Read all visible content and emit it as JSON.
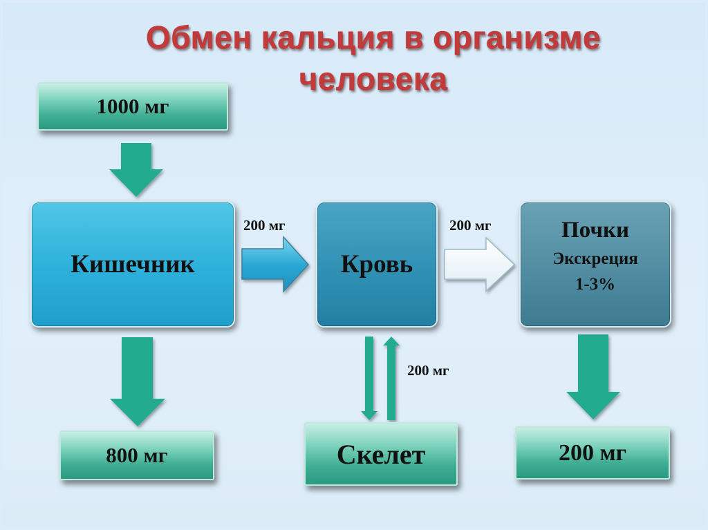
{
  "title": {
    "line1": "Обмен кальция в организме",
    "line2": "человека"
  },
  "boxes": {
    "intake": "1000 мг",
    "intestine": "Кишечник",
    "blood": "Кровь",
    "kidney_title": "Почки",
    "kidney_sub": "Экскреция",
    "kidney_pct": "1-3%",
    "feces": "800 мг",
    "skeleton": "Скелет",
    "urine": "200 мг"
  },
  "flows": {
    "intestine_to_blood": "200 мг",
    "blood_to_kidney": "200 мг",
    "blood_skeleton": "200 мг"
  },
  "colors": {
    "title": "#c43a3a",
    "arrow_green": "#22ab8f",
    "arrow_blue": "#2aa9d6",
    "arrow_light": "#eef6fa"
  }
}
